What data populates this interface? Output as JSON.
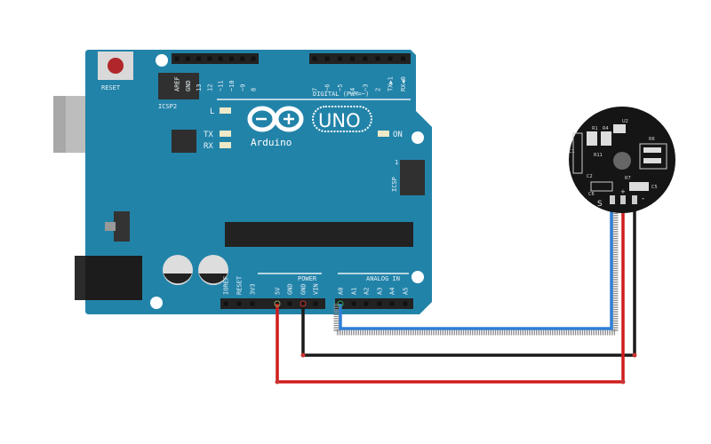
{
  "board": {
    "name": "Arduino",
    "model": "UNO",
    "reset_label": "RESET",
    "icsp2_label": "ICSP2",
    "icsp_label": "ICSP",
    "icsp_pin1": "1",
    "led_l": "L",
    "led_tx": "TX",
    "led_rx": "RX",
    "led_on": "ON",
    "digital_header_label": "DIGITAL (PWM=~)",
    "digital_pins": [
      "AREF",
      "GND",
      "13",
      "12",
      "~11",
      "~10",
      "~9",
      "8",
      "7",
      "~6",
      "~5",
      "4",
      "~3",
      "2",
      "TX▶1",
      "RX◀0"
    ],
    "power_label": "POWER",
    "power_pins": [
      "IOREF",
      "RESET",
      "3V3",
      "5V",
      "GND",
      "GND",
      "VIN"
    ],
    "analog_label": "ANALOG IN",
    "analog_pins": [
      "A0",
      "A1",
      "A2",
      "A3",
      "A4",
      "A5"
    ],
    "color": "#2283a9"
  },
  "sensor": {
    "labels": [
      "R1",
      "R4",
      "U2",
      "R6",
      "C1",
      "R11",
      "C2",
      "R7",
      "C6",
      "C5"
    ],
    "pin_s": "S",
    "pin_plus": "+",
    "pin_minus": "-"
  },
  "wires": [
    {
      "name": "signal",
      "from": "A0",
      "to": "S",
      "color": "#2f7fd6"
    },
    {
      "name": "ground",
      "from": "GND",
      "to": "-",
      "color": "#1a1a1a"
    },
    {
      "name": "power",
      "from": "5V",
      "to": "+",
      "color": "#d01c1c"
    }
  ]
}
